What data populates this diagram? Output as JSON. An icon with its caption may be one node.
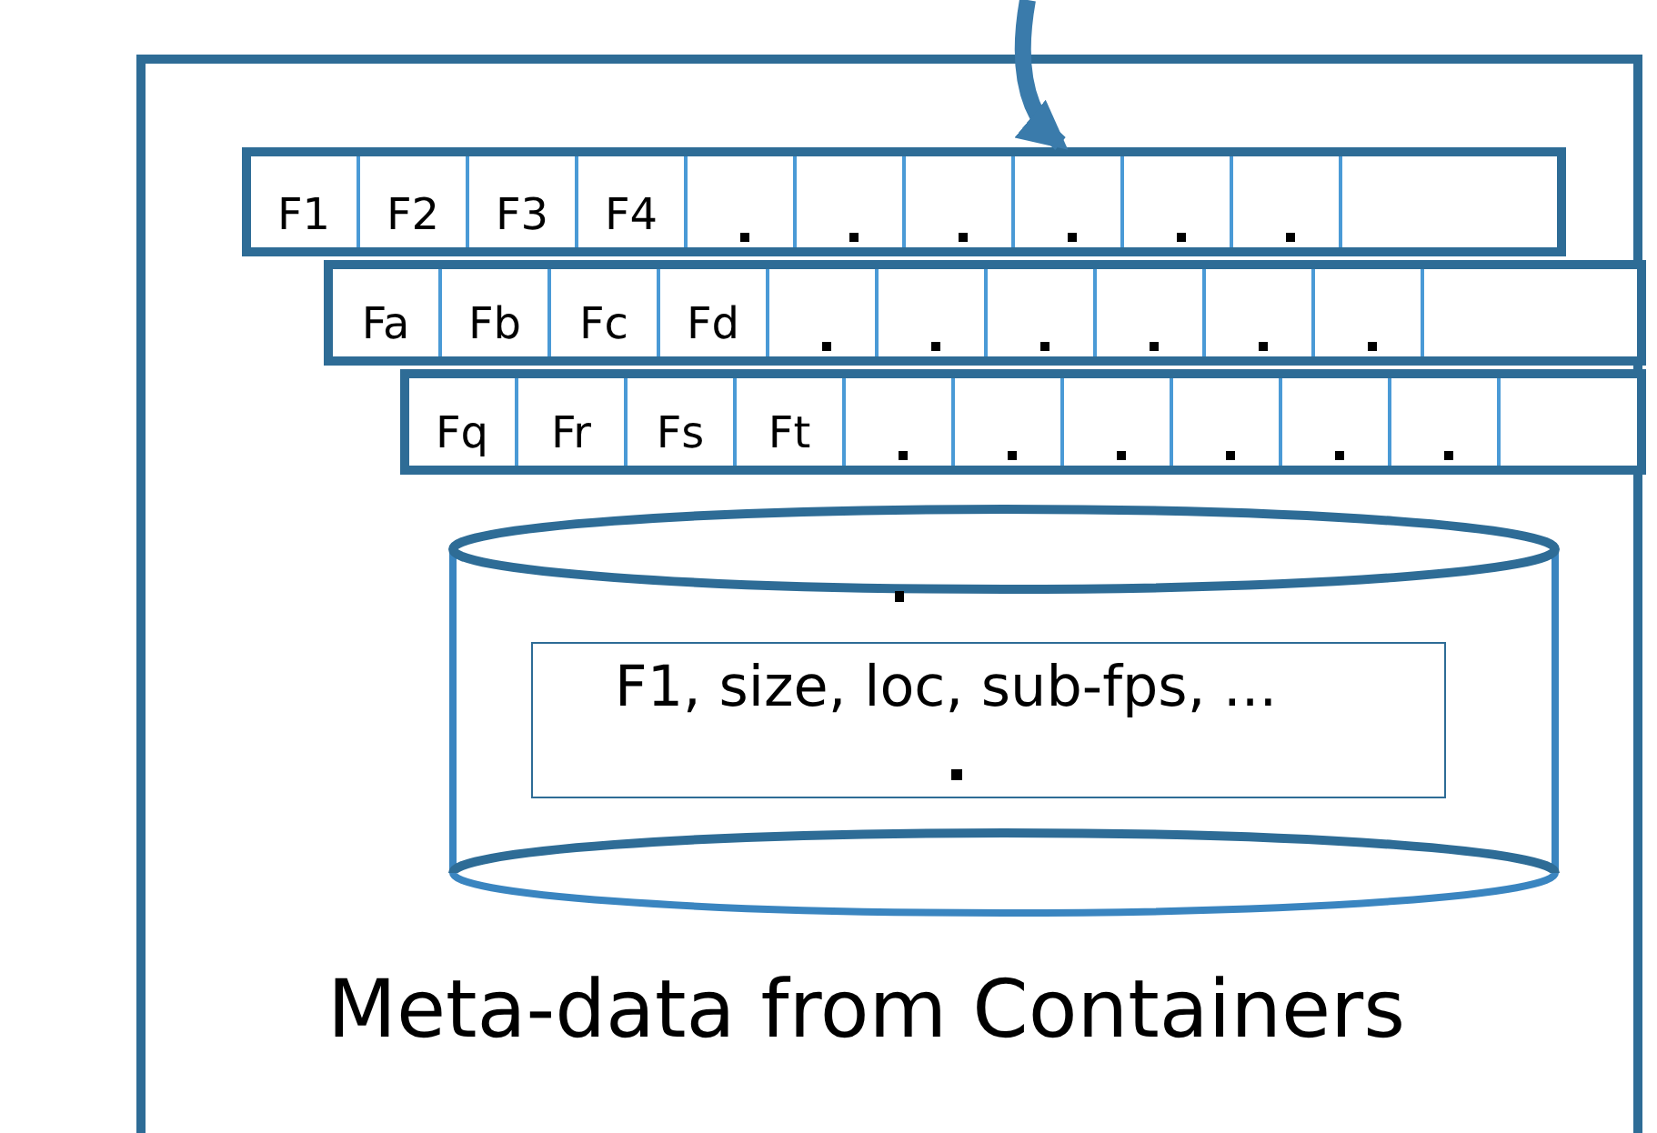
{
  "diagram": {
    "nodes": [
      {
        "text": [
          "Meta-data from Containers"
        ]
      },
      {
        "text": [
          "F1",
          "F2",
          "F3",
          "F4"
        ],
        "in": 0
      },
      {
        "text": [
          "Fa",
          "Fb",
          "Fc",
          "Fd"
        ],
        "in": 0
      },
      {
        "text": [
          "Fq",
          "Fr",
          "Fs",
          "Ft"
        ],
        "in": 0
      },
      {
        "text": [],
        "shape": "cylinder",
        "in": 0
      },
      {
        "text": [
          "F1, size, loc, sub-fps, ..."
        ],
        "in": 4
      }
    ],
    "edges": [
      {
        "from": null,
        "to": 1,
        "arrow": "to"
      }
    ]
  }
}
